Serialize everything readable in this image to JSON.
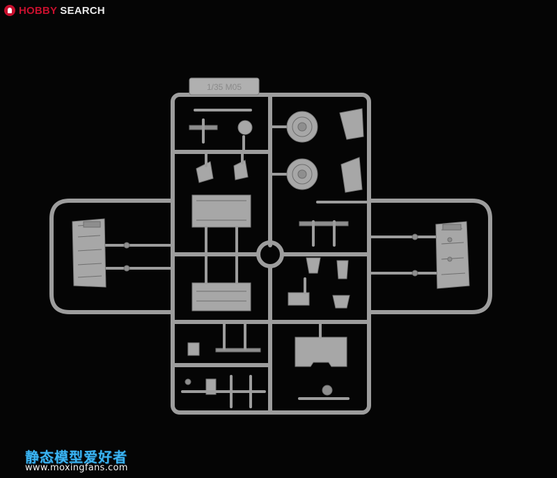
{
  "watermark_top": {
    "brand": "HOBBY",
    "suffix": "SEARCH",
    "icon": "hobbysearch-logo-icon",
    "brand_color": "#c8102e"
  },
  "sprue": {
    "tag_text": "1/35 M05",
    "plastic_color": "#a9a9a9",
    "background_color": "#050505"
  },
  "watermark_bottom": {
    "chinese": "静态模型爱好者",
    "url": "www.moxingfans.com",
    "chinese_color": "#3bb4f2"
  }
}
